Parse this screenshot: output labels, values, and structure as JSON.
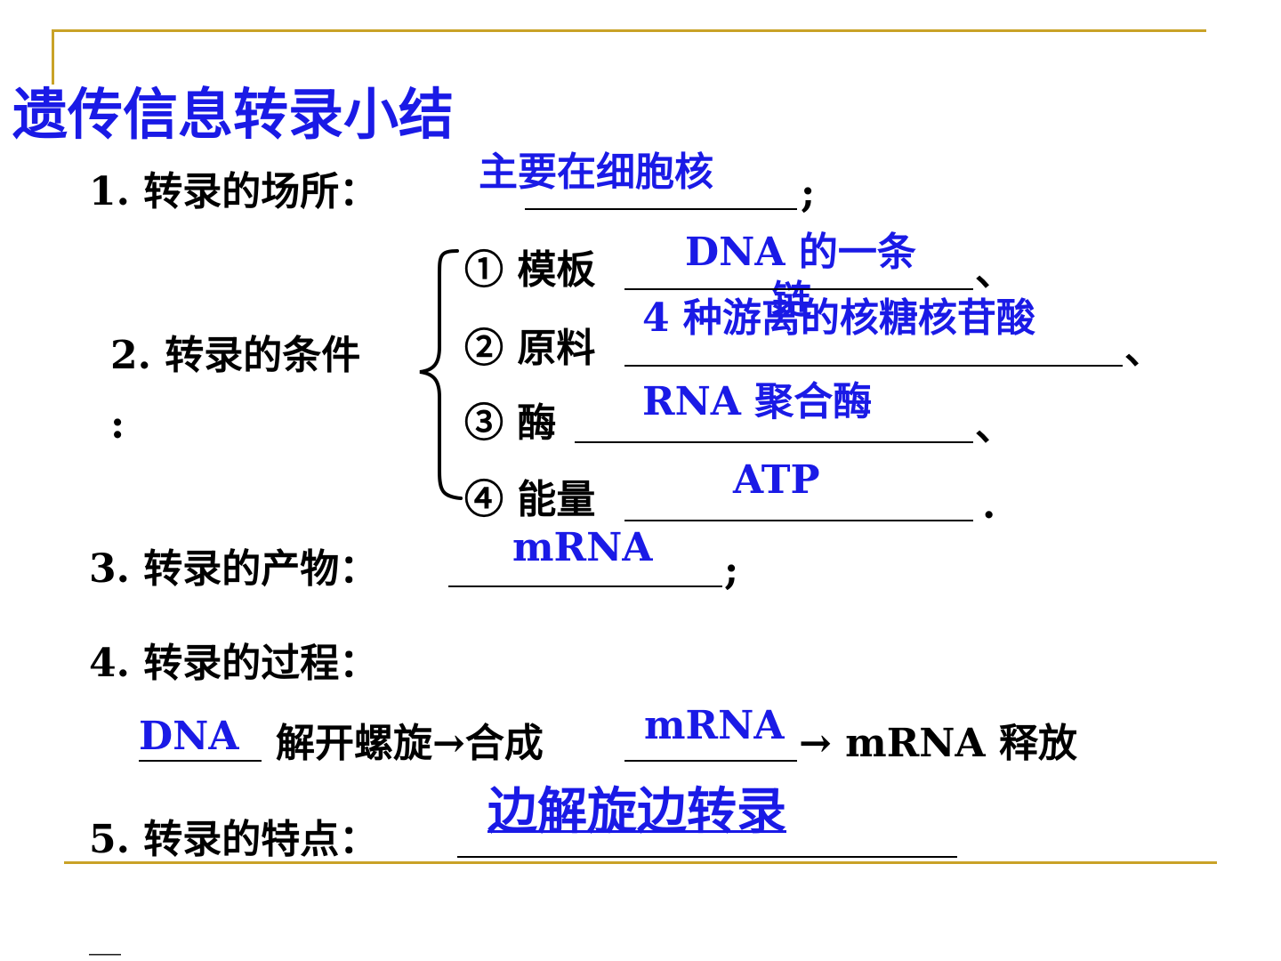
{
  "title": "遗传信息转录小结",
  "colors": {
    "accent_rule": "#c9a227",
    "answer": "#1a1ae6",
    "text": "#000000"
  },
  "item1": {
    "label": "1. 转录的场所：",
    "answer": "主要在细胞核",
    "end": ";"
  },
  "item2": {
    "label": "2. 转录的条件",
    "colon": ":",
    "conditions": [
      {
        "label": "① 模板",
        "answer": "DNA 的一条",
        "answer_overflow": "链",
        "end": "、"
      },
      {
        "label": "② 原料",
        "answer": "4 种游离的核糖核苷酸",
        "end": "、"
      },
      {
        "label": "③ 酶",
        "answer": "RNA 聚合酶",
        "end": "、"
      },
      {
        "label": "④ 能量",
        "answer": "ATP",
        "end": "."
      }
    ]
  },
  "item3": {
    "label": "3. 转录的产物：",
    "answer": "mRNA",
    "end": ";"
  },
  "item4": {
    "label": "4. 转录的过程：",
    "flow": {
      "blank1_answer": "DNA",
      "text1": "解开螺旋→合成",
      "blank2_answer": "mRNA",
      "text2": "→ mRNA 释放"
    }
  },
  "item5": {
    "label": "5. 转录的特点：",
    "answer": "边解旋边转录",
    "trailing": "__"
  }
}
